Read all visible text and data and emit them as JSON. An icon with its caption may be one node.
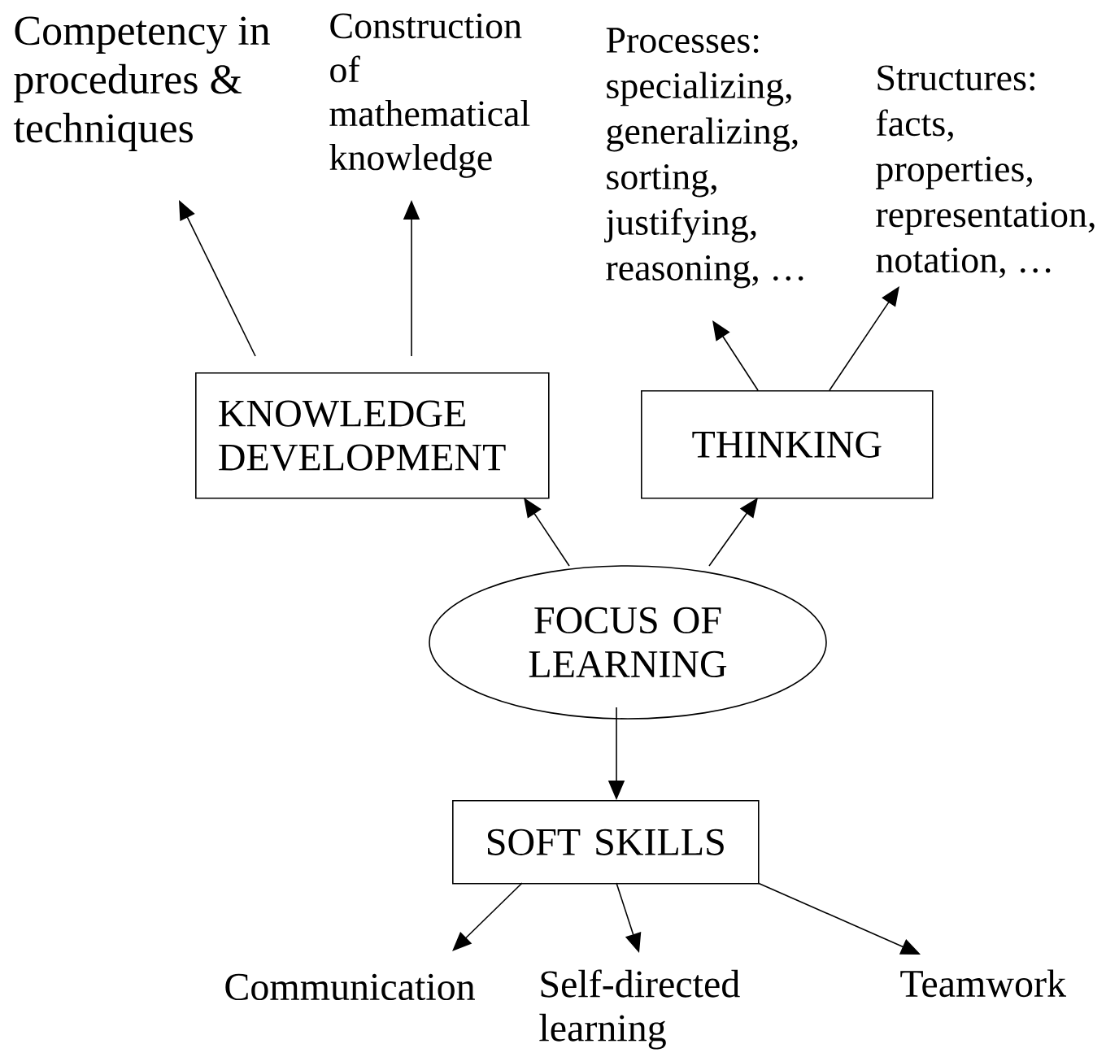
{
  "diagram": {
    "nodes": [
      {
        "text": [
          "Competency in procedures & techniques"
        ]
      },
      {
        "text": [
          "Construction of mathematical knowledge"
        ]
      },
      {
        "text": [
          "Processes: specializing, generalizing, sorting, justifying, reasoning, …"
        ]
      },
      {
        "text": [
          "Structures: facts, properties, representation, notation, …"
        ]
      },
      {
        "text": [
          "KNOWLEDGE DEVELOPMENT"
        ]
      },
      {
        "text": [
          "THINKING"
        ]
      },
      {
        "text": [
          "FOCUS OF LEARNING"
        ]
      },
      {
        "text": [
          "SOFT SKILLS"
        ]
      },
      {
        "text": [
          "Communication"
        ]
      },
      {
        "text": [
          "Self-directed learning"
        ]
      },
      {
        "text": [
          "Teamwork"
        ]
      }
    ],
    "edges": [
      {
        "from": 4,
        "to": 0,
        "arrow": "to"
      },
      {
        "from": 4,
        "to": 1,
        "arrow": "to"
      },
      {
        "from": 5,
        "to": 2,
        "arrow": "to"
      },
      {
        "from": 5,
        "to": 3,
        "arrow": "to"
      },
      {
        "from": 6,
        "to": 4,
        "arrow": "to"
      },
      {
        "from": 6,
        "to": 5,
        "arrow": "to"
      },
      {
        "from": 6,
        "to": 7,
        "arrow": "to"
      },
      {
        "from": 7,
        "to": 8,
        "arrow": "to"
      },
      {
        "from": 7,
        "to": 9,
        "arrow": "to"
      },
      {
        "from": 7,
        "to": 10,
        "arrow": "to"
      }
    ]
  }
}
